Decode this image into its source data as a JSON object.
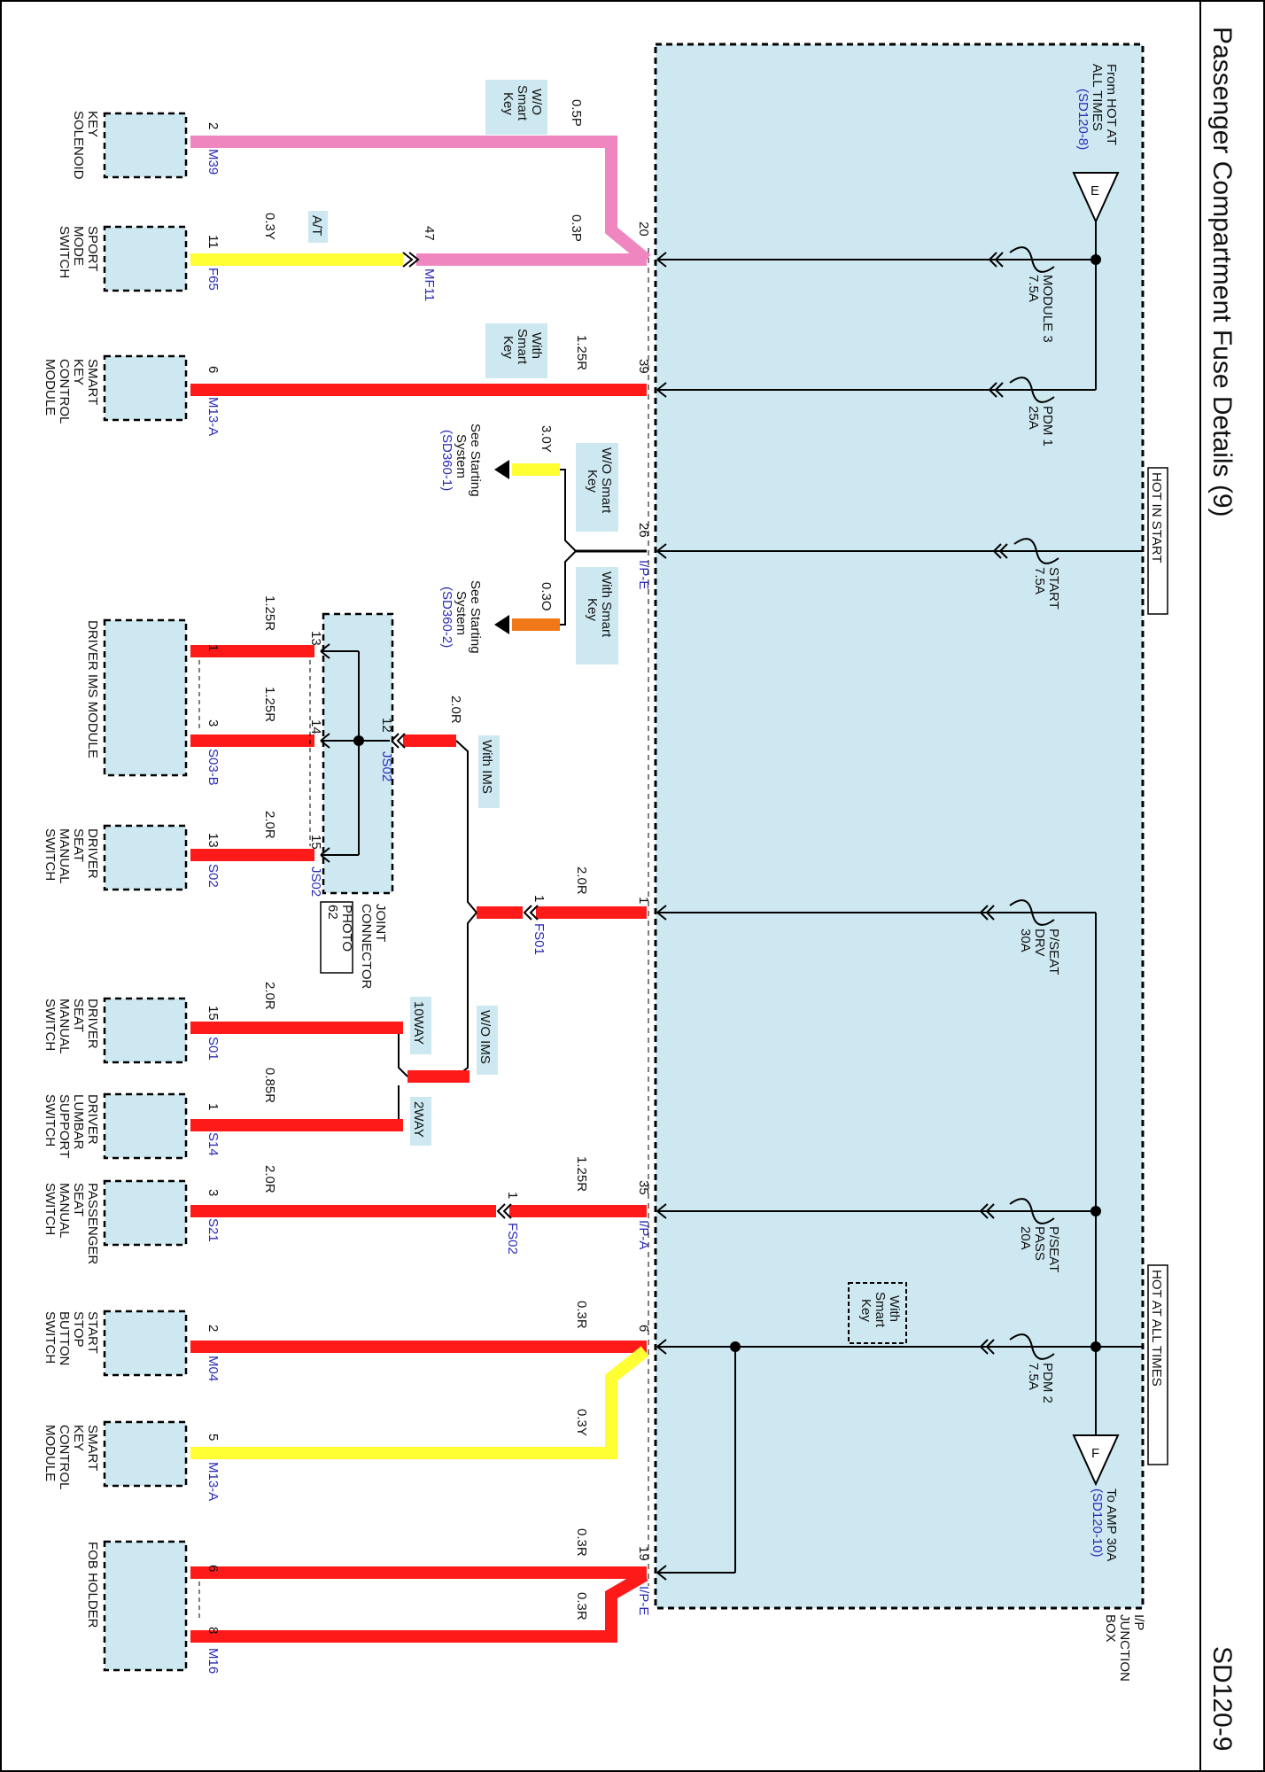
{
  "header": {
    "title": "Passenger Compartment Fuse Details (9)",
    "page_code": "SD120-9"
  },
  "junction_box": {
    "name_line1": "I/P",
    "name_line2": "JUNCTION",
    "name_line3": "BOX",
    "hot_in_start": "HOT IN START",
    "hot_at_all_times": "HOT AT ALL TIMES",
    "from_line1": "From HOT AT",
    "from_line2": "ALL TIMES",
    "from_line3": "(SD120-8)",
    "from_letter": "E",
    "to_line1": "To AMP 30A",
    "to_line2": "(SD120-10)",
    "to_letter": "F",
    "with_smart_key_line1": "With",
    "with_smart_key_line2": "Smart",
    "with_smart_key_line3": "Key"
  },
  "fuses": [
    {
      "name": "MODULE 3",
      "rating": "7.5A"
    },
    {
      "name": "PDM 1",
      "rating": "25A"
    },
    {
      "name": "START",
      "rating": "7.5A"
    },
    {
      "name": "P/SEAT",
      "name2": "DRV",
      "rating": "30A"
    },
    {
      "name": "P/SEAT",
      "name2": "PASS",
      "rating": "20A"
    },
    {
      "name": "PDM 2",
      "rating": "7.5A"
    }
  ],
  "pins": {
    "p20": "20",
    "p39": "39",
    "p26": "26",
    "p1": "1",
    "p35": "35",
    "p6": "6",
    "p19": "19",
    "ipe1": "I/P-E",
    "ipa": "I/P-A",
    "ipe2": "I/P-E"
  },
  "wires": {
    "w05p": "0.5P",
    "w03p": "0.3P",
    "w03y_a": "0.3Y",
    "w125r_a": "1.25R",
    "w30y": "3.0Y",
    "w03o": "0.3O",
    "w20r_js": "2.0R",
    "w20r_fs": "2.0R",
    "w125r_1": "1.25R",
    "w125r_3": "1.25R",
    "w20r_13": "2.0R",
    "w20r_s01": "2.0R",
    "w085r": "0.85R",
    "w125r_35": "1.25R",
    "w20r_s21": "2.0R",
    "w03r_m04": "0.3R",
    "w03y_m13": "0.3Y",
    "w03r_19a": "0.3R",
    "w03r_19b": "0.3R"
  },
  "options": {
    "wo_smart_key": [
      "W/O",
      "Smart",
      "Key"
    ],
    "at": "A/T",
    "with_smart_key": [
      "With",
      "Smart",
      "Key"
    ],
    "wo_smart_key_2": [
      "W/O Smart",
      "Key"
    ],
    "with_smart_key_2": [
      "With Smart",
      "Key"
    ],
    "with_ims": "With IMS",
    "wo_ims": "W/O IMS",
    "ten_way": "10WAY",
    "two_way": "2WAY"
  },
  "see_starting": [
    {
      "line1": "See Starting",
      "line2": "System",
      "line3": "(SD360-1)"
    },
    {
      "line1": "See Starting",
      "line2": "System",
      "line3": "(SD360-2)"
    }
  ],
  "joint_connector": {
    "line1": "JOINT",
    "line2": "CONNECTOR",
    "photo1": "PHOTO",
    "photo2": "62",
    "p12": "12",
    "p13": "13",
    "p14": "14",
    "p15": "15",
    "js02a": "JS02",
    "js02b": "JS02"
  },
  "inline_connectors": {
    "mf11": "MF11",
    "mf11_pin": "47",
    "fs01": "FS01",
    "fs01_pin": "1",
    "fs02": "FS02",
    "fs02_pin": "1"
  },
  "components": [
    {
      "id": "key_solenoid",
      "lines": [
        "KEY",
        "SOLENOID"
      ],
      "pin": "2",
      "conn": "M39"
    },
    {
      "id": "sport_mode",
      "lines": [
        "SPORT",
        "MODE",
        "SWITCH"
      ],
      "pin": "11",
      "conn": "F65"
    },
    {
      "id": "smart_key_1",
      "lines": [
        "SMART",
        "KEY",
        "CONTROL",
        "MODULE"
      ],
      "pin": "6",
      "conn": "M13-A"
    },
    {
      "id": "driver_ims",
      "lines": [
        "DRIVER IMS MODULE"
      ],
      "pin": "1",
      "pin2": "3",
      "conn": "S03-B"
    },
    {
      "id": "drv_seat_manual_1",
      "lines": [
        "DRIVER",
        "SEAT",
        "MANUAL",
        "SWITCH"
      ],
      "pin": "13",
      "conn": "S02"
    },
    {
      "id": "drv_seat_manual_2",
      "lines": [
        "DRIVER",
        "SEAT",
        "MANUAL",
        "SWITCH"
      ],
      "pin": "15",
      "conn": "S01"
    },
    {
      "id": "drv_lumbar",
      "lines": [
        "DRIVER",
        "LUMBAR",
        "SUPPORT",
        "SWITCH"
      ],
      "pin": "1",
      "conn": "S14"
    },
    {
      "id": "pass_seat",
      "lines": [
        "PASSENGER",
        "SEAT",
        "MANUAL",
        "SWITCH"
      ],
      "pin": "3",
      "conn": "S21"
    },
    {
      "id": "start_stop",
      "lines": [
        "START",
        "STOP",
        "BUTTON",
        "SWITCH"
      ],
      "pin": "2",
      "conn": "M04"
    },
    {
      "id": "smart_key_2",
      "lines": [
        "SMART",
        "KEY",
        "CONTROL",
        "MODULE"
      ],
      "pin": "5",
      "conn": "M13-A"
    },
    {
      "id": "fob_holder",
      "lines": [
        "FOB HOLDER"
      ],
      "pin": "6",
      "pin2": "8",
      "conn": "M16"
    }
  ],
  "colors": {
    "box_fill": "#cde8f1",
    "red": "#ff1a1a",
    "pink": "#ef86c0",
    "yellow": "#ffff33",
    "orange": "#f07818",
    "label_fill": "#cde8f1",
    "blue_text": "#2b2bb8"
  }
}
